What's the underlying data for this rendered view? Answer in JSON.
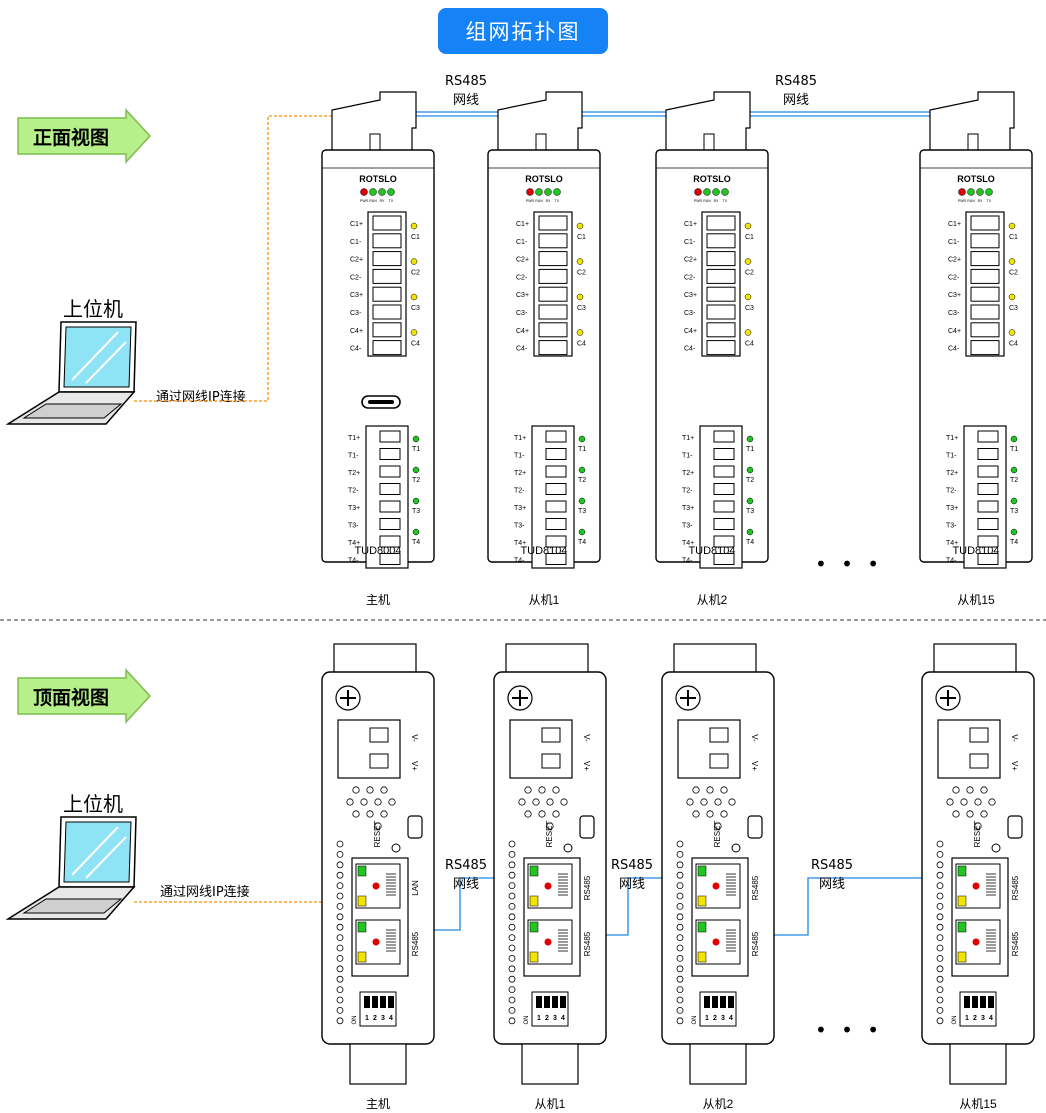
{
  "title": "组网拓扑图",
  "colors": {
    "accent": "#1583f5",
    "rs485_cable": "#1e88e5",
    "lan_cable": "#ff8c00",
    "arrow_fill": "#b6f08a",
    "led_red": "#e00000",
    "led_green": "#22c322",
    "led_yellow": "#f2e400"
  },
  "front_view": {
    "label": "正面视图",
    "pc_label": "上位机",
    "connection_label": "通过网线IP连接",
    "cable_labels": [
      {
        "line1": "RS485",
        "line2": "网线"
      },
      {
        "line1": "RS485",
        "line2": "网线"
      }
    ],
    "devices": [
      {
        "brand": "ROTSLO",
        "model": "TUD8004",
        "role": "主机",
        "usb_c": true
      },
      {
        "brand": "ROTSLO",
        "model": "TUD8104",
        "role": "从机1",
        "usb_c": false
      },
      {
        "brand": "ROTSLO",
        "model": "TUD8104",
        "role": "从机2",
        "usb_c": false
      },
      {
        "brand": "ROTSLO",
        "model": "TUD8104",
        "role": "从机15",
        "usb_c": false
      }
    ],
    "led_labels": [
      "PWR",
      "RUN",
      "RX",
      "TX"
    ],
    "channel_c_pins": [
      "C1+",
      "C1-",
      "C2+",
      "C2-",
      "C3+",
      "C3-",
      "C4+",
      "C4-"
    ],
    "channel_c_leds": [
      "C1",
      "C2",
      "C3",
      "C4"
    ],
    "channel_t_pins": [
      "T1+",
      "T1-",
      "T2+",
      "T2-",
      "T3+",
      "T3-",
      "T4+",
      "T4-"
    ],
    "channel_t_leds": [
      "T1",
      "T2",
      "T3",
      "T4"
    ],
    "ellipsis": "• • •"
  },
  "top_view": {
    "label": "顶面视图",
    "pc_label": "上位机",
    "connection_label": "通过网线IP连接",
    "cable_labels": [
      {
        "line1": "RS485",
        "line2": "网线"
      },
      {
        "line1": "RS485",
        "line2": "网线"
      },
      {
        "line1": "RS485",
        "line2": "网线"
      }
    ],
    "devices": [
      {
        "role": "主机",
        "port_top": "LAN",
        "port_bottom": "RS485"
      },
      {
        "role": "从机1",
        "port_top": "RS485",
        "port_bottom": "RS485"
      },
      {
        "role": "从机2",
        "port_top": "RS485",
        "port_bottom": "RS485"
      },
      {
        "role": "从机15",
        "port_top": "RS485",
        "port_bottom": "RS485"
      }
    ],
    "power_labels": [
      "V-",
      "V+"
    ],
    "reset_label": "RESET",
    "dip_numbers": [
      "1",
      "2",
      "3",
      "4"
    ],
    "dip_on": "ON",
    "ellipsis": "• • •"
  }
}
